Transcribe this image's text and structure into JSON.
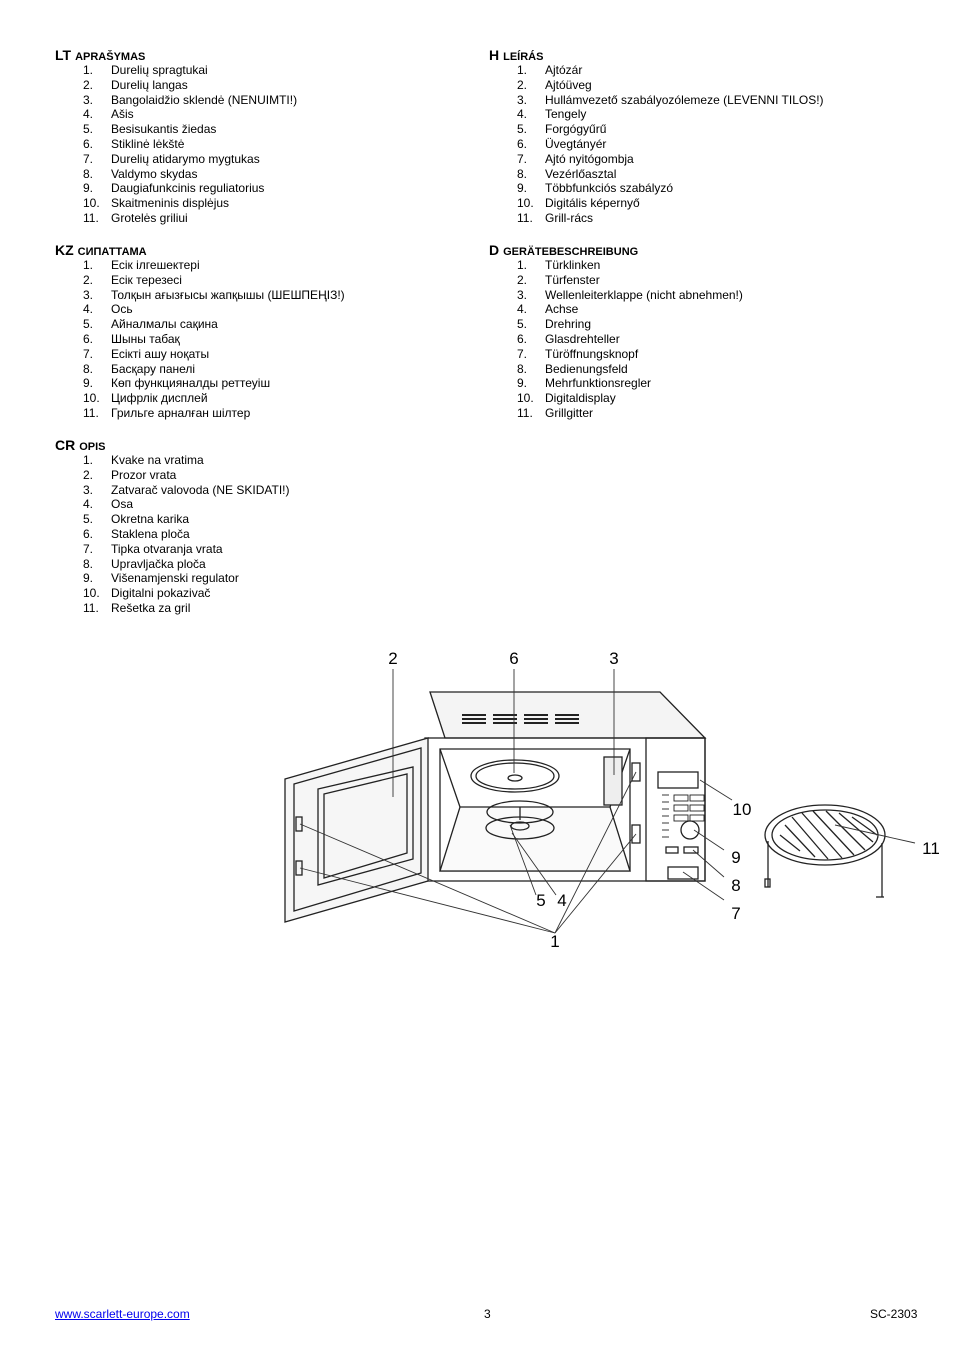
{
  "sections": [
    {
      "code": "LT",
      "title": "APRAŠYMAS",
      "items": [
        "Durelių spragtukai",
        "Durelių langas",
        "Bangolaidžio sklendė (NENUIMTI!)",
        "Ašis",
        "Besisukantis žiedas",
        "Stiklinė lėkštė",
        "Durelių atidarymo mygtukas",
        "Valdymo skydas",
        "Daugiafunkcinis reguliatorius",
        "Skaitmeninis displėjus",
        "Grotelės griliui"
      ]
    },
    {
      "code": "KZ",
      "title": "СИПАТТАМА",
      "items": [
        "Есік ілгешектері",
        "Есік терезесі",
        "Толқын ағызғысы жапқышы (ШЕШПЕҢІЗ!)",
        "Ось",
        "Айналмалы сақина",
        "Шыны табақ",
        "Есікті ашу ноқаты",
        "Басқару панелі",
        "Көп функцияналды реттеуіш",
        "Цифрлік дисплей",
        "Грильге арналған шілтер"
      ]
    },
    {
      "code": "CR",
      "title": "OPIS",
      "items": [
        "Kvake na vratima",
        "Prozor vrata",
        "Zatvarač valovoda (NE SKIDATI!)",
        "Osa",
        "Okretna karika",
        "Staklena ploča",
        "Tipka otvaranja vrata",
        "Upravljačka ploča",
        "Višenamjenski regulator",
        "Digitalni pokazivač",
        "Rešetka za gril"
      ]
    },
    {
      "code": "H",
      "title": "LEÍRÁS",
      "items": [
        "Ajtózár",
        "Ajtóüveg",
        "Hullámvezető szabályozólemeze (LEVENNI TILOS!)",
        "Tengely",
        "Forgógyűrű",
        "Üvegtányér",
        "Ajtó nyitógombja",
        "Vezérlőasztal",
        "Többfunkciós szabályzó",
        "Digitális képernyő",
        "Grill-rács"
      ]
    },
    {
      "code": "D",
      "title": "GERÄTEBESCHREIBUNG",
      "items": [
        "Türklinken",
        "Türfenster",
        "Wellenleiterklappe (nicht abnehmen!)",
        "Achse",
        "Drehring",
        "Glasdrehteller",
        "Türöffnungsknopf",
        "Bedienungsfeld",
        "Mehrfunktionsregler",
        "Digitaldisplay",
        "Grillgitter"
      ]
    }
  ],
  "diagram": {
    "callouts": [
      "1",
      "2",
      "3",
      "4",
      "5",
      "6",
      "7",
      "8",
      "9",
      "10",
      "11"
    ]
  },
  "footer": {
    "website": "www.scarlett-europe.com",
    "page": "3",
    "model": "SC-2303"
  }
}
